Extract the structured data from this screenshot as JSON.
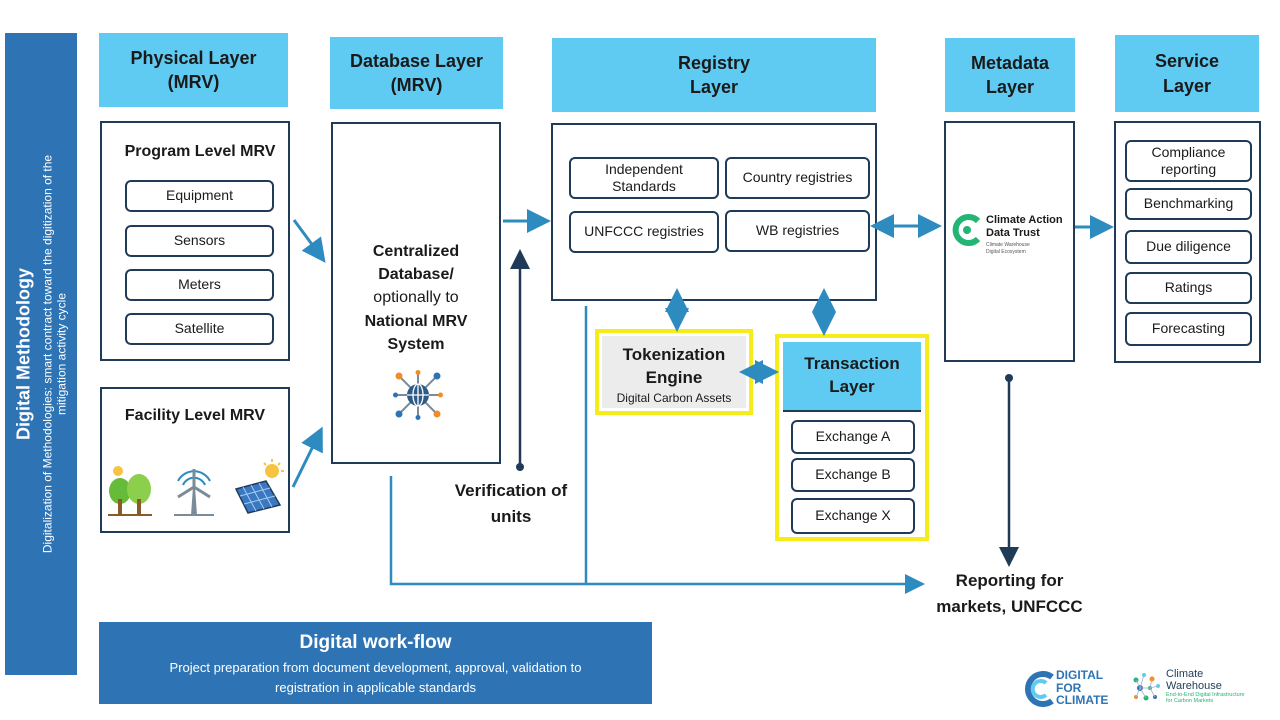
{
  "side_bar": {
    "title": "Digital Methodology",
    "subtitle_line1": "Digitalization of Methodologies: smart contract toward the digitization of the",
    "subtitle_line2": "mitigation activity cycle"
  },
  "physical_layer": {
    "header_line1": "Physical Layer",
    "header_line2": "(MRV)",
    "program_title": "Program Level MRV",
    "program_items": [
      "Equipment",
      "Sensors",
      "Meters",
      "Satellite"
    ],
    "facility_title": "Facility Level MRV",
    "facility_icons": [
      "trees-icon",
      "wind-turbine-icon",
      "solar-panel-icon"
    ]
  },
  "database_layer": {
    "header_line1": "Database Layer",
    "header_line2": "(MRV)",
    "line1": "Centralized",
    "line2": "Database/",
    "line3": "optionally to",
    "line4": "National MRV",
    "line5": "System",
    "icon": "globe-network-icon"
  },
  "registry_layer": {
    "header_line1": "Registry",
    "header_line2": "Layer",
    "items": [
      "Independent Standards",
      "Country registries",
      "UNFCCC registries",
      "WB registries"
    ]
  },
  "metadata_layer": {
    "header_line1": "Metadata",
    "header_line2": "Layer",
    "logo_line1": "Climate Action",
    "logo_line2": "Data Trust",
    "logo_small1": "Climate Warehouse",
    "logo_small2": "Digital Ecosystem"
  },
  "service_layer": {
    "header_line1": "Service",
    "header_line2": "Layer",
    "items": [
      "Compliance reporting",
      "Benchmarking",
      "Due diligence",
      "Ratings",
      "Forecasting"
    ]
  },
  "tokenization": {
    "title_line1": "Tokenization",
    "title_line2": "Engine",
    "subtitle": "Digital Carbon Assets"
  },
  "transaction_layer": {
    "header_line1": "Transaction",
    "header_line2": "Layer",
    "items": [
      "Exchange A",
      "Exchange B",
      "Exchange X"
    ]
  },
  "verification": {
    "line1": "Verification of",
    "line2": "units"
  },
  "reporting": {
    "line1": "Reporting for",
    "line2": "markets, UNFCCC"
  },
  "digital_workflow": {
    "title": "Digital work-flow",
    "line1": "Project preparation from document development, approval, validation to",
    "line2": "registration in applicable standards"
  },
  "logos": {
    "d4c_line1": "DIGITAL",
    "d4c_line2": "FOR",
    "d4c_line3": "CLIMATE",
    "cw_line1": "Climate",
    "cw_line2": "Warehouse",
    "cw_small1": "End-to-End Digital Infrastructure",
    "cw_small2": "for Carbon Markets"
  },
  "colors": {
    "header_blue": "#5fcbf3",
    "dark_blue": "#2e74b5",
    "navy": "#1f3b57",
    "highlight_yellow": "#f5ec1a",
    "arrow_blue": "#2e8bc0",
    "logo_green": "#22b573"
  }
}
